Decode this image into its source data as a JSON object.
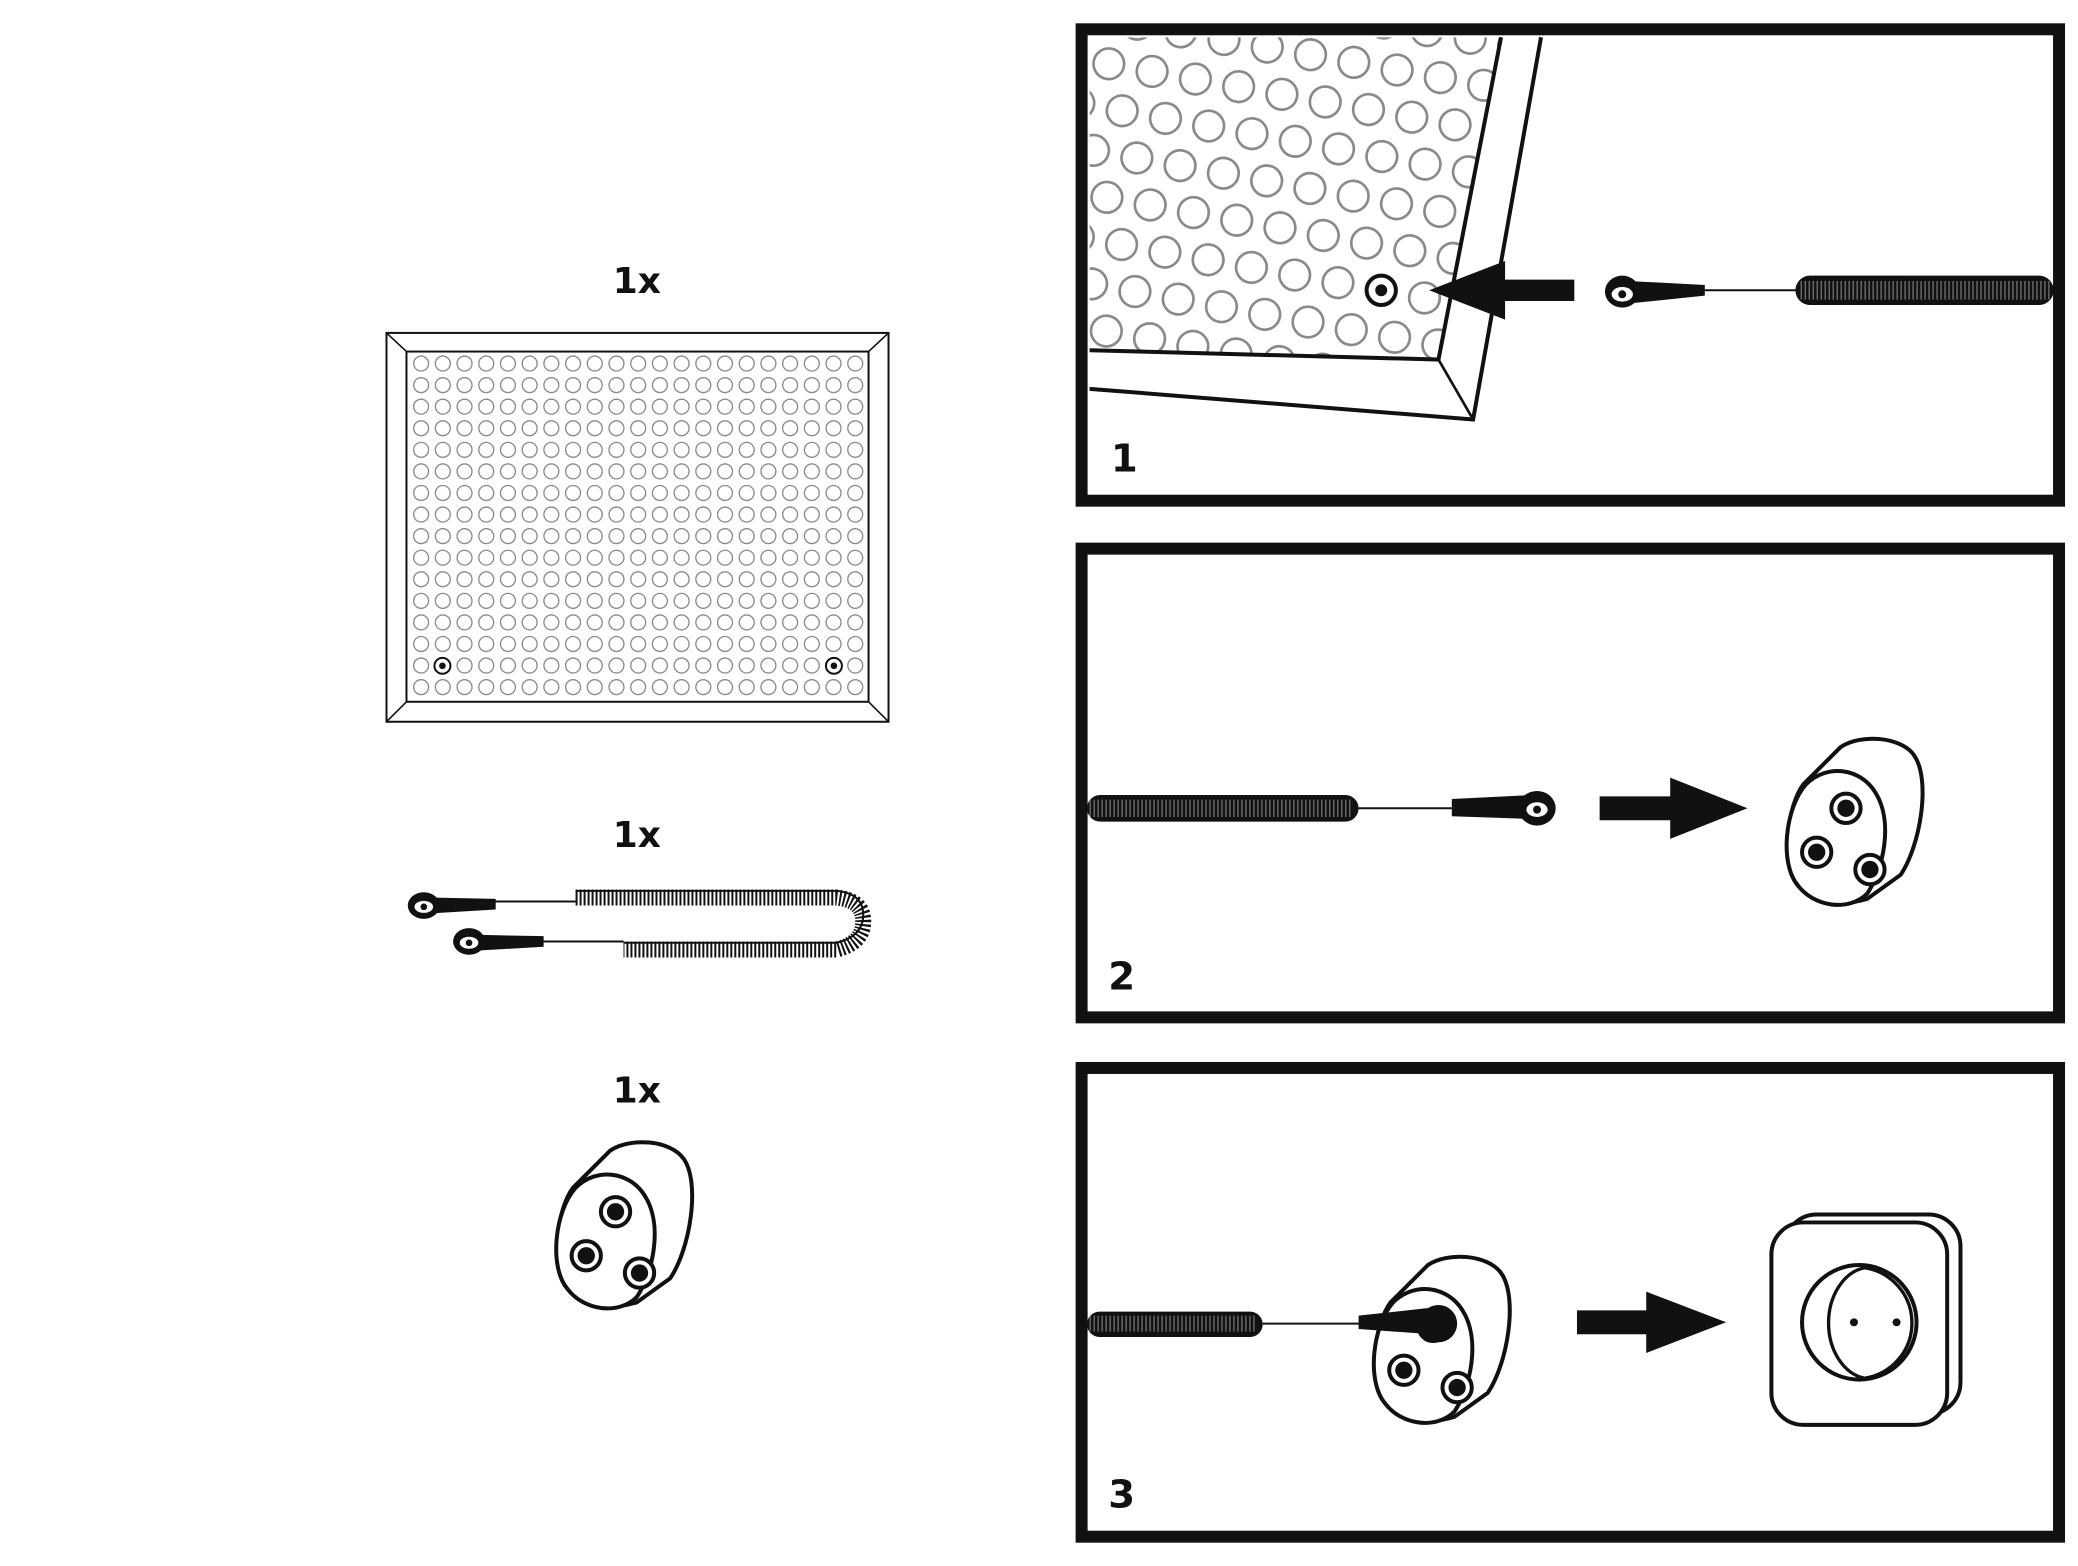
{
  "contents": {
    "items": [
      {
        "quantity": "1x",
        "name": "mat"
      },
      {
        "quantity": "1x",
        "name": "coiled-cable"
      },
      {
        "quantity": "1x",
        "name": "grounding-plug"
      }
    ]
  },
  "steps": [
    {
      "number": "1"
    },
    {
      "number": "2"
    },
    {
      "number": "3"
    }
  ],
  "colors": {
    "ink": "#111111",
    "dots": "#8a8a8a",
    "background": "#ffffff"
  }
}
